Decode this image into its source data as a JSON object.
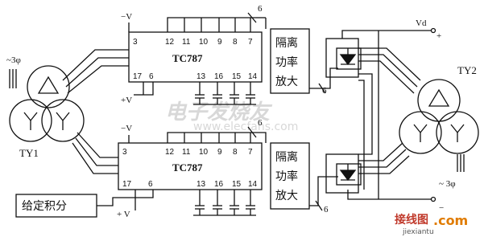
{
  "ic_top": {
    "label": "TC787",
    "pins_top": [
      "12",
      "11",
      "10",
      "9",
      "8",
      "7"
    ],
    "pins_bottom": [
      "13",
      "16",
      "15",
      "14"
    ],
    "pin_3": "3",
    "pin_17": "17",
    "pin_6": "6"
  },
  "ic_bottom": {
    "label": "TC787",
    "pins_top": [
      "12",
      "11",
      "10",
      "9",
      "8",
      "7"
    ],
    "pins_bottom": [
      "13",
      "16",
      "15",
      "14"
    ],
    "pin_3": "3",
    "pin_17": "17",
    "pin_6": "6"
  },
  "labels": {
    "neg_v_top": "−V",
    "neg_v_bottom": "−V",
    "pos_v_top": "+V",
    "pos_v_bottom": "+ V",
    "bus_top": "6",
    "bus_mid": "6",
    "bus_amp_top": "6",
    "bus_amp_bottom": "6",
    "vd": "Vd",
    "plus": "+",
    "minus": "−",
    "phase_left": "~3φ",
    "phase_right": "~ 3φ",
    "ty1": "TY1",
    "ty2": "TY2",
    "integrator": "给定积分"
  },
  "amp_top": {
    "line1": "隔离",
    "line2": "功率",
    "line3": "放大"
  },
  "amp_bottom": {
    "line1": "隔离",
    "line2": "功率",
    "line3": "放大"
  },
  "watermark": {
    "main": "电子发烧友",
    "url": "www.elecfans.com"
  },
  "logo": {
    "cn": "接线图",
    "com": ".com",
    "pinyin": "jiexiantu"
  }
}
